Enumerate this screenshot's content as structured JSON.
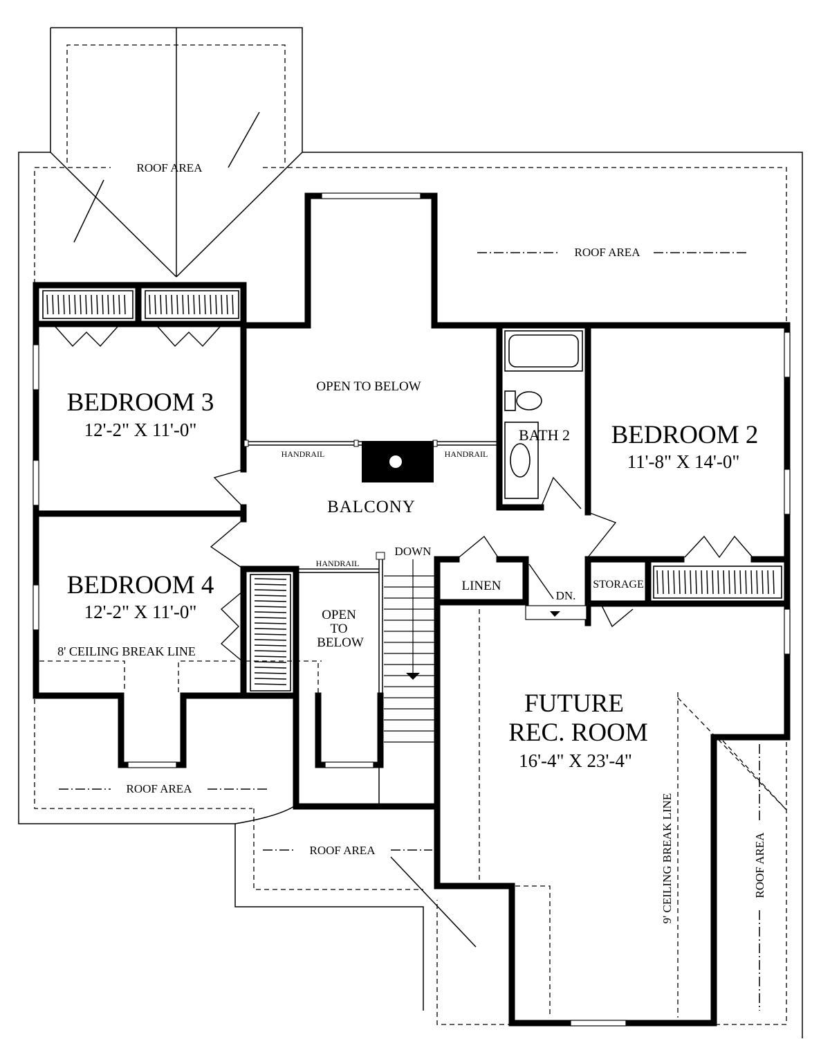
{
  "rooms": {
    "bedroom3": {
      "name": "BEDROOM 3",
      "dims": "12'-2\" X 11'-0\""
    },
    "bedroom4": {
      "name": "BEDROOM 4",
      "dims": "12'-2\" X 11'-0\""
    },
    "bedroom2": {
      "name": "BEDROOM 2",
      "dims": "11'-8\" X 14'-0\""
    },
    "bath2": {
      "name": "BATH 2"
    },
    "balcony": {
      "name": "BALCONY"
    },
    "rec_room": {
      "line1": "FUTURE",
      "line2": "REC. ROOM",
      "dims": "16'-4\" X 23'-4\""
    },
    "linen": {
      "name": "LINEN"
    },
    "storage": {
      "name": "STORAGE"
    }
  },
  "labels": {
    "roof_area": "ROOF AREA",
    "open_to_below": "OPEN TO BELOW",
    "open_to_below_stacked": [
      "OPEN",
      "TO",
      "BELOW"
    ],
    "handrail": "HANDRAIL",
    "down": "DOWN",
    "dn": "DN.",
    "ceiling_break_8": "8' CEILING BREAK LINE",
    "ceiling_break_9": "9' CEILING BREAK LINE"
  }
}
